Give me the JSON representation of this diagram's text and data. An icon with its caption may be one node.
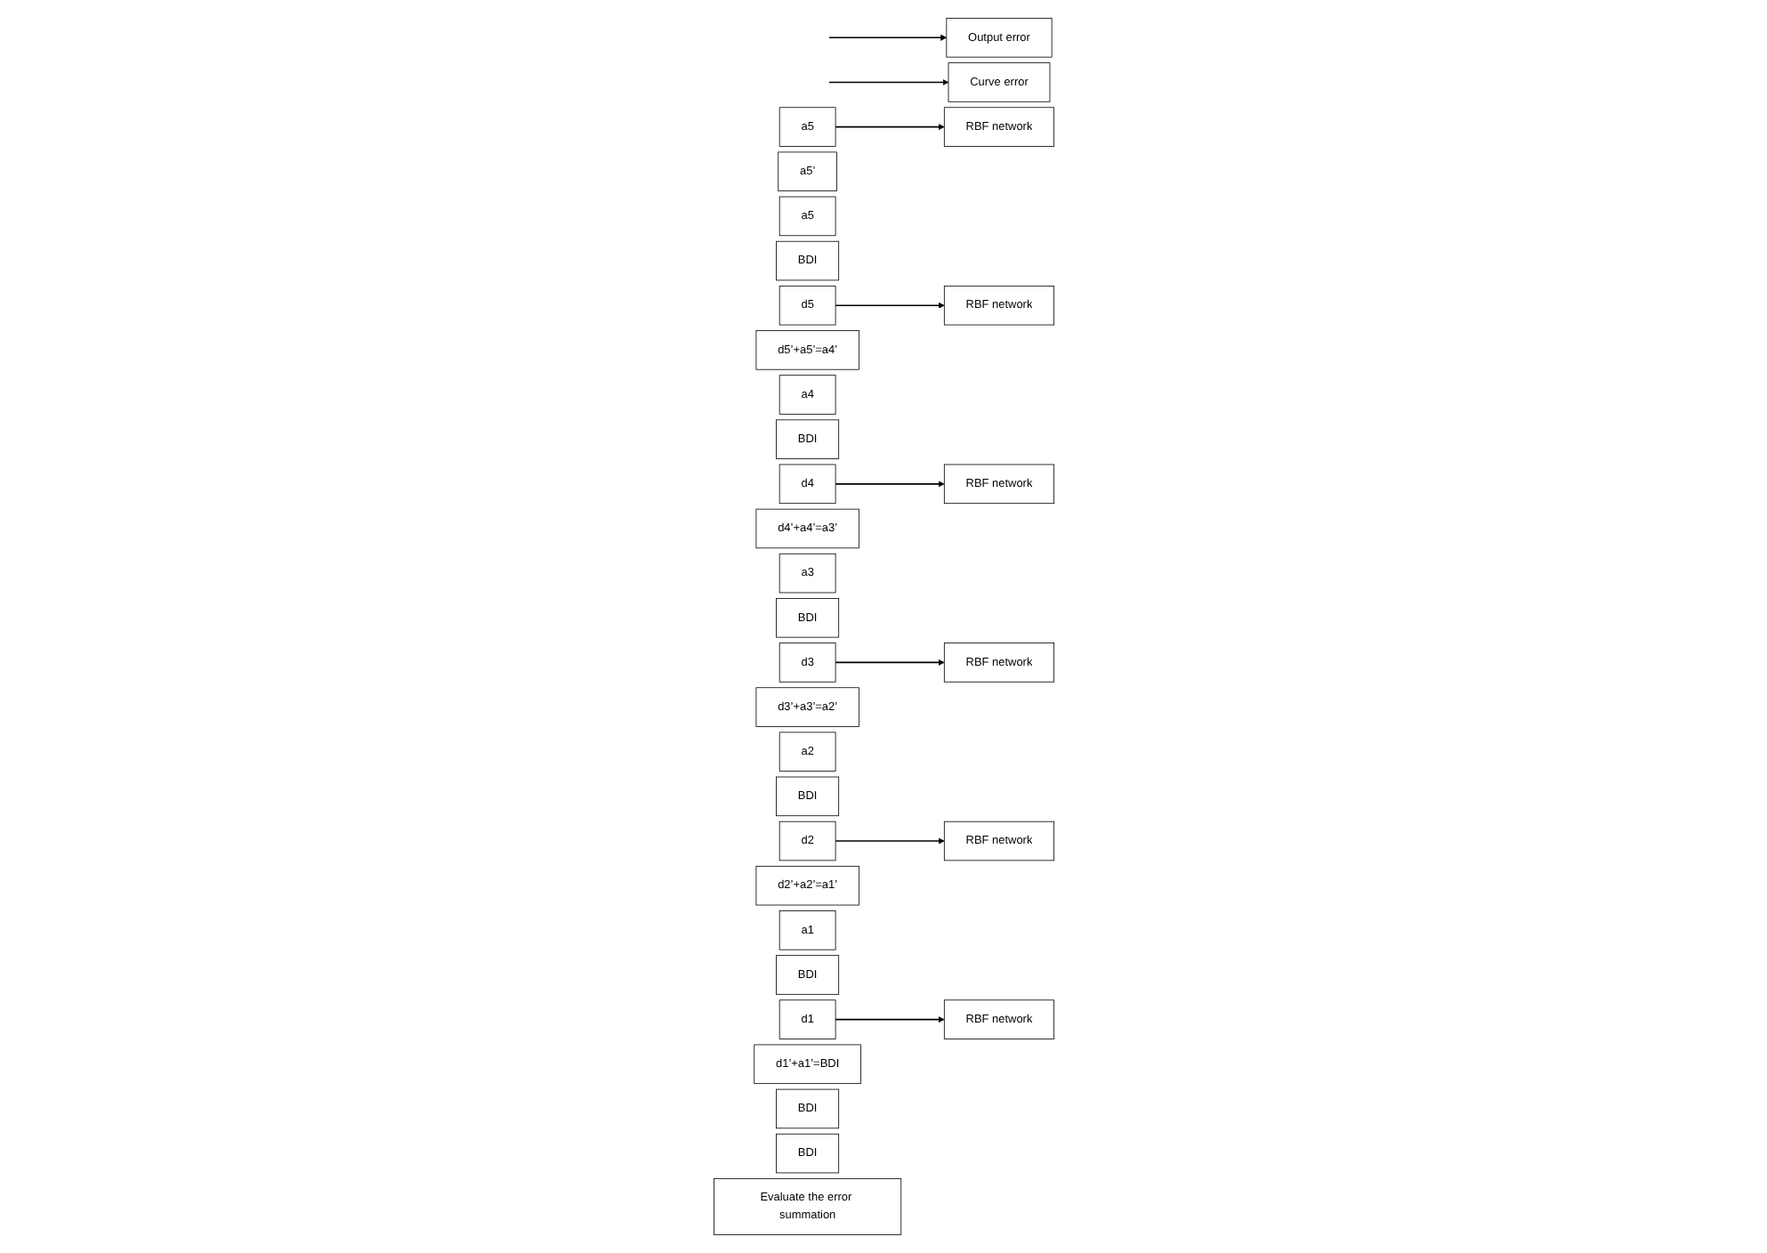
{
  "diagram": {
    "nodes": [
      {
        "text": [
          "a5"
        ]
      },
      {
        "text": [
          "RBF network"
        ]
      },
      {
        "text": [
          "a5’"
        ]
      },
      {
        "text": [
          "a5"
        ]
      },
      {
        "text": [
          "BDI"
        ]
      },
      {
        "text": [
          "d5"
        ]
      },
      {
        "text": [
          "RBF network"
        ]
      },
      {
        "text": [
          "d5’+a5’=a4’"
        ]
      },
      {
        "text": [
          "a4"
        ]
      },
      {
        "text": [
          "BDI"
        ]
      },
      {
        "text": [
          "d4"
        ]
      },
      {
        "text": [
          "RBF network"
        ]
      },
      {
        "text": [
          "d4’+a4’=a3’"
        ]
      },
      {
        "text": [
          "a3"
        ]
      },
      {
        "text": [
          "BDI"
        ]
      },
      {
        "text": [
          "d3"
        ]
      },
      {
        "text": [
          "RBF network"
        ]
      },
      {
        "text": [
          "d3’+a3’=a2’"
        ]
      },
      {
        "text": [
          "a2"
        ]
      },
      {
        "text": [
          "BDI"
        ]
      },
      {
        "text": [
          "d2"
        ]
      },
      {
        "text": [
          "RBF network"
        ]
      },
      {
        "text": [
          "d2’+a2’=a1’"
        ]
      },
      {
        "text": [
          "a1"
        ]
      },
      {
        "text": [
          "BDI"
        ]
      },
      {
        "text": [
          "d1"
        ]
      },
      {
        "text": [
          "RBF network"
        ]
      },
      {
        "text": [
          "d1’+a1’=BDI"
        ]
      },
      {
        "text": [
          "BDI"
        ]
      },
      {
        "text": [
          "BDI"
        ]
      },
      {
        "text": [
          "Output error"
        ]
      },
      {
        "text": [
          "Curve error"
        ]
      },
      {
        "text": [
          "Evaluate the error summation"
        ]
      }
    ],
    "edges": [
      {
        "from": 0,
        "to": 1,
        "arrow": "to"
      },
      {
        "from": 5,
        "to": 6,
        "arrow": "to"
      },
      {
        "from": 10,
        "to": 11,
        "arrow": "to"
      },
      {
        "from": 15,
        "to": 16,
        "arrow": "to"
      },
      {
        "from": 20,
        "to": 21,
        "arrow": "to"
      },
      {
        "from": 25,
        "to": 26,
        "arrow": "to"
      },
      {
        "from": null,
        "to": 30,
        "arrow": "to"
      },
      {
        "from": null,
        "to": 31,
        "arrow": "to"
      }
    ]
  }
}
